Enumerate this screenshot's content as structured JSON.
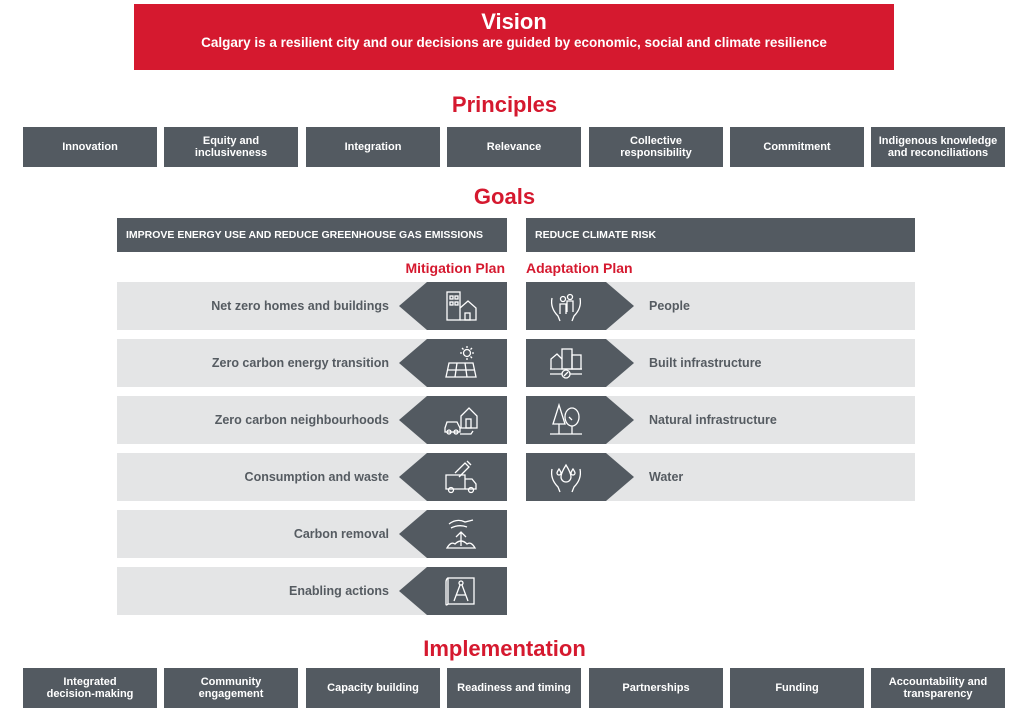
{
  "vision": {
    "title": "Vision",
    "statement": "Calgary is a resilient city and our decisions are guided by economic, social and climate resilience"
  },
  "principles": {
    "heading": "Principles",
    "items": [
      "Innovation",
      "Equity and\ninclusiveness",
      "Integration",
      "Relevance",
      "Collective\nresponsibility",
      "Commitment",
      "Indigenous knowledge\nand reconciliations"
    ]
  },
  "goals": {
    "heading": "Goals",
    "mitigation_goal": "IMPROVE ENERGY USE AND REDUCE GREENHOUSE GAS EMISSIONS",
    "adaptation_goal": "REDUCE CLIMATE RISK",
    "mitigation_plan": "Mitigation Plan",
    "adaptation_plan": "Adaptation Plan",
    "mitigation_items": [
      {
        "label": "Net zero homes and buildings",
        "icon": "buildings-icon"
      },
      {
        "label": "Zero carbon energy transition",
        "icon": "solar-panel-icon"
      },
      {
        "label": "Zero carbon neighbourhoods",
        "icon": "car-house-icon"
      },
      {
        "label": "Consumption and waste",
        "icon": "garbage-truck-icon"
      },
      {
        "label": "Carbon removal",
        "icon": "carbon-capture-icon"
      },
      {
        "label": "Enabling actions",
        "icon": "blueprint-compass-icon"
      }
    ],
    "adaptation_items": [
      {
        "label": "People",
        "icon": "hands-people-icon"
      },
      {
        "label": "Built infrastructure",
        "icon": "city-infrastructure-icon"
      },
      {
        "label": "Natural infrastructure",
        "icon": "trees-icon"
      },
      {
        "label": "Water",
        "icon": "hands-water-icon"
      }
    ]
  },
  "implementation": {
    "heading": "Implementation",
    "items": [
      "Integrated\ndecision-making",
      "Community\nengagement",
      "Capacity building",
      "Readiness and timing",
      "Partnerships",
      "Funding",
      "Accountability and\ntransparency"
    ]
  }
}
